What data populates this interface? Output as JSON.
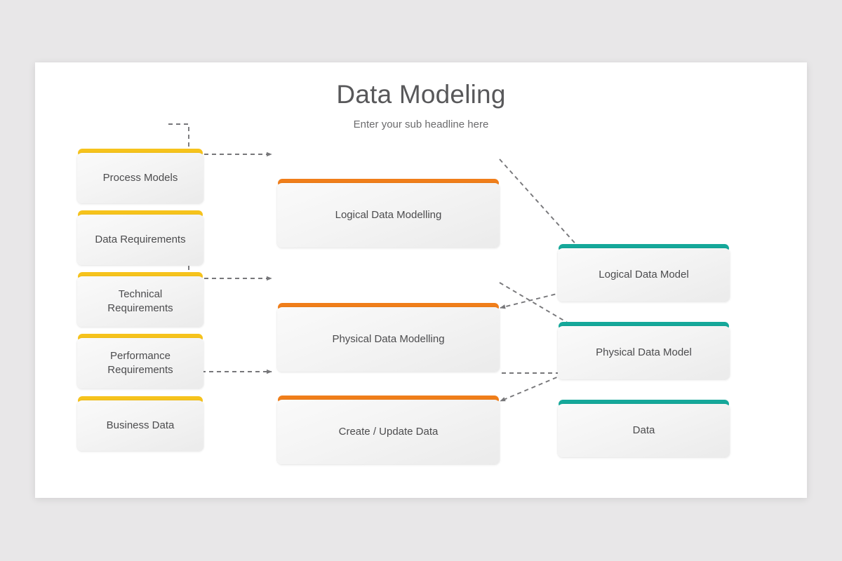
{
  "slide": {
    "title": "Data Modeling",
    "subtitle": "Enter your sub headline here",
    "background_color": "#e8e7e8",
    "canvas_color": "#ffffff"
  },
  "palette": {
    "yellow": "#f6c31c",
    "orange": "#f07e1a",
    "teal": "#15a89a",
    "card_body_top": "#fafafa",
    "card_body_bottom": "#ebebeb",
    "text": "#4c4c4e",
    "connector": "#808083"
  },
  "columns": {
    "inputs": {
      "name": "inputs-column",
      "accent": "#f6c31c",
      "cards": [
        {
          "id": "process-models",
          "label": "Process Models"
        },
        {
          "id": "data-requirements",
          "label": "Data Requirements"
        },
        {
          "id": "technical-requirements",
          "label": "Technical\nRequirements"
        },
        {
          "id": "performance-requirements",
          "label": "Performance\nRequirements"
        },
        {
          "id": "business-data",
          "label": "Business Data"
        }
      ]
    },
    "processes": {
      "name": "processes-column",
      "accent": "#f07e1a",
      "cards": [
        {
          "id": "logical-data-modelling",
          "label": "Logical Data Modelling"
        },
        {
          "id": "physical-data-modelling",
          "label": "Physical Data Modelling"
        },
        {
          "id": "create-update-data",
          "label": "Create / Update Data"
        }
      ]
    },
    "outputs": {
      "name": "outputs-column",
      "accent": "#15a89a",
      "cards": [
        {
          "id": "logical-data-model",
          "label": "Logical Data Model"
        },
        {
          "id": "physical-data-model",
          "label": "Physical Data Model"
        },
        {
          "id": "data",
          "label": "Data"
        }
      ]
    }
  },
  "connections": [
    {
      "id": "conn-process-models-to-logical-modelling",
      "from": "process-models",
      "to": "logical-data-modelling",
      "style": "dashed-bracket"
    },
    {
      "id": "conn-data-requirements-to-logical-modelling",
      "from": "data-requirements",
      "to": "logical-data-modelling",
      "style": "dashed-bracket"
    },
    {
      "id": "conn-technical-requirements-to-physical-modelling",
      "from": "technical-requirements",
      "to": "physical-data-modelling",
      "style": "dashed-bracket"
    },
    {
      "id": "conn-performance-requirements-to-physical-modelling",
      "from": "performance-requirements",
      "to": "physical-data-modelling",
      "style": "dashed-bracket"
    },
    {
      "id": "conn-business-data-to-create-update",
      "from": "business-data",
      "to": "create-update-data",
      "style": "dashed-straight"
    },
    {
      "id": "conn-logical-modelling-to-logical-model",
      "from": "logical-data-modelling",
      "to": "logical-data-model",
      "style": "dashed-diagonal"
    },
    {
      "id": "conn-logical-model-to-physical-modelling",
      "from": "logical-data-model",
      "to": "physical-data-modelling",
      "style": "dashed-diagonal"
    },
    {
      "id": "conn-physical-modelling-to-physical-model",
      "from": "physical-data-modelling",
      "to": "physical-data-model",
      "style": "dashed-diagonal"
    },
    {
      "id": "conn-physical-model-to-create-update",
      "from": "physical-data-model",
      "to": "create-update-data",
      "style": "dashed-diagonal"
    },
    {
      "id": "conn-create-update-to-data",
      "from": "create-update-data",
      "to": "data",
      "style": "dashed-straight"
    }
  ]
}
